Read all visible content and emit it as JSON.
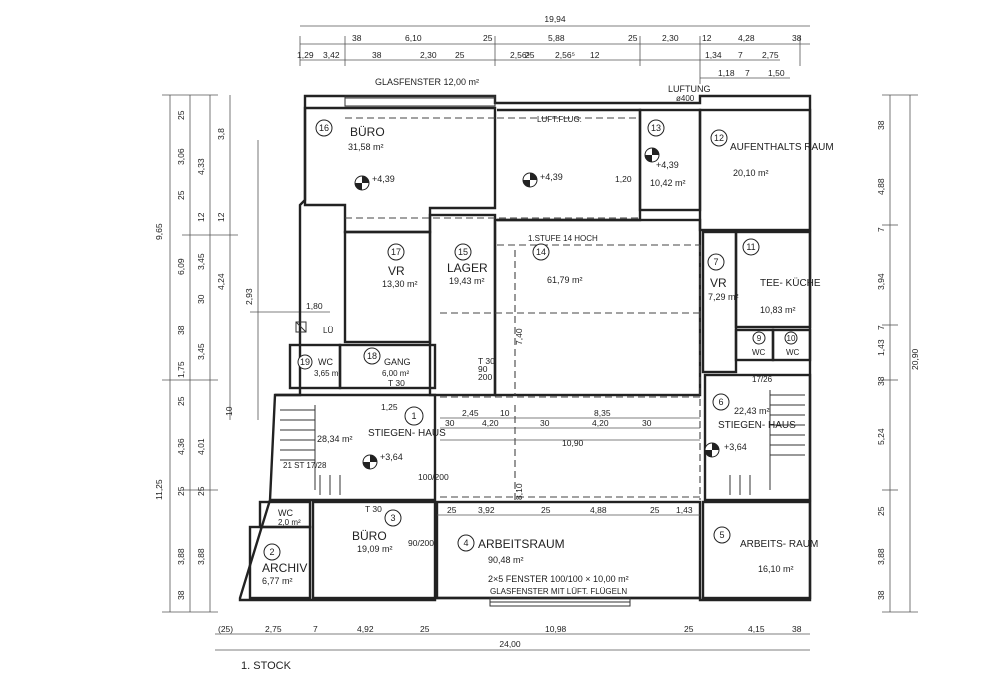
{
  "plan": {
    "floor_label": "1. STOCK",
    "glass_top": "GLASFENSTER  12,00 m²",
    "luftung": "LUFTUNG",
    "luftung_dia": "ø400",
    "luft_flug": "LUFT.FLUG.",
    "stufe": "1.STUFE    14 HOCH",
    "fenster": "2×5 FENSTER 100/100 × 10,00 m²",
    "glasfenster_bottom": "GLASFENSTER MIT LÜFT. FLÜGELN",
    "lu": "LÜ",
    "stair_left": "21 ST 17/28",
    "stair_right": "17/26",
    "height_439": "+4,39",
    "height_364": "+3,64"
  },
  "rooms": [
    {
      "num": "16",
      "name": "BÜRO",
      "area": "31,58 m²"
    },
    {
      "num": "13",
      "name": "",
      "area": "10,42 m²"
    },
    {
      "num": "12",
      "name": "AUFENTHALTS RAUM",
      "area": "20,10 m²"
    },
    {
      "num": "17",
      "name": "VR",
      "area": "13,30 m²"
    },
    {
      "num": "15",
      "name": "LAGER",
      "area": "19,43 m²"
    },
    {
      "num": "14",
      "name": "",
      "area": "61,79 m²"
    },
    {
      "num": "7",
      "name": "VR",
      "area": "7,29 m²"
    },
    {
      "num": "11",
      "name": "TEE- KÜCHE",
      "area": "10,83 m²"
    },
    {
      "num": "19",
      "name": "WC",
      "area": "3,65 m²"
    },
    {
      "num": "18",
      "name": "GANG",
      "area": "6,00 m²"
    },
    {
      "num": "9",
      "name": "WC",
      "area": ""
    },
    {
      "num": "10",
      "name": "WC",
      "area": ""
    },
    {
      "num": "1",
      "name": "STIEGEN- HAUS",
      "area": "28,34 m²"
    },
    {
      "num": "6",
      "name": "STIEGEN- HAUS",
      "area": "22,43 m²"
    },
    {
      "num": "2",
      "name": "ARCHIV",
      "area": "6,77 m²"
    },
    {
      "num": "3",
      "name": "BÜRO",
      "area": "19,09 m²"
    },
    {
      "num": "4",
      "name": "ARBEITSRAUM",
      "area": "90,48 m²"
    },
    {
      "num": "5",
      "name": "ARBEITS- RAUM",
      "area": "16,10 m²"
    },
    {
      "num": "",
      "name": "WC",
      "area": "2,0 m²"
    }
  ],
  "dims": {
    "top_total": "19,94",
    "bottom_total": "24,00",
    "top_row1": [
      "38",
      "6,10",
      "25",
      "5,88",
      "25",
      "2,30",
      "12",
      "4,28",
      "38"
    ],
    "top_row2": [
      "1,29",
      "3,42",
      "38",
      "2,30",
      "25",
      "2,56⁵",
      "25",
      "2,56⁵",
      "12",
      "1,34",
      "7",
      "2,75"
    ],
    "top_row3": [
      "1,18",
      "7",
      "1,50"
    ],
    "bottom_row": [
      "(25)",
      "2,75",
      "7",
      "4,92",
      "25",
      "10,98",
      "25",
      "4,15",
      "38"
    ],
    "left_outer": [
      "9,65",
      "11,25"
    ],
    "left_mid": [
      "25",
      "3,06",
      "25",
      "6,09",
      "38",
      "1,75",
      "25",
      "4,36",
      "25",
      "3,88",
      "38"
    ],
    "left_inner": [
      "4,33",
      "12",
      "3,45",
      "30",
      "3,45",
      "4,01",
      "25",
      "3,88"
    ],
    "left_extra": [
      "3,8",
      "12",
      "4,24",
      "2,93",
      "10",
      "1,80"
    ],
    "right_outer": "20,90",
    "right_inner": [
      "38",
      "4,88",
      "7",
      "3,94",
      "7",
      "1,43",
      "38",
      "5,24",
      "25",
      "3,88",
      "38"
    ],
    "inner_h": [
      "2,45",
      "10",
      "8,35",
      "10,90",
      "30",
      "4,20",
      "30",
      "4,20",
      "30",
      "25",
      "3,92",
      "25",
      "4,88",
      "25",
      "1,43"
    ],
    "inner_v": [
      "7,40",
      "8,10"
    ],
    "door_labels": [
      "90/200",
      "100/200",
      "1,20",
      "1,25",
      "T 30",
      "90",
      "200"
    ]
  }
}
